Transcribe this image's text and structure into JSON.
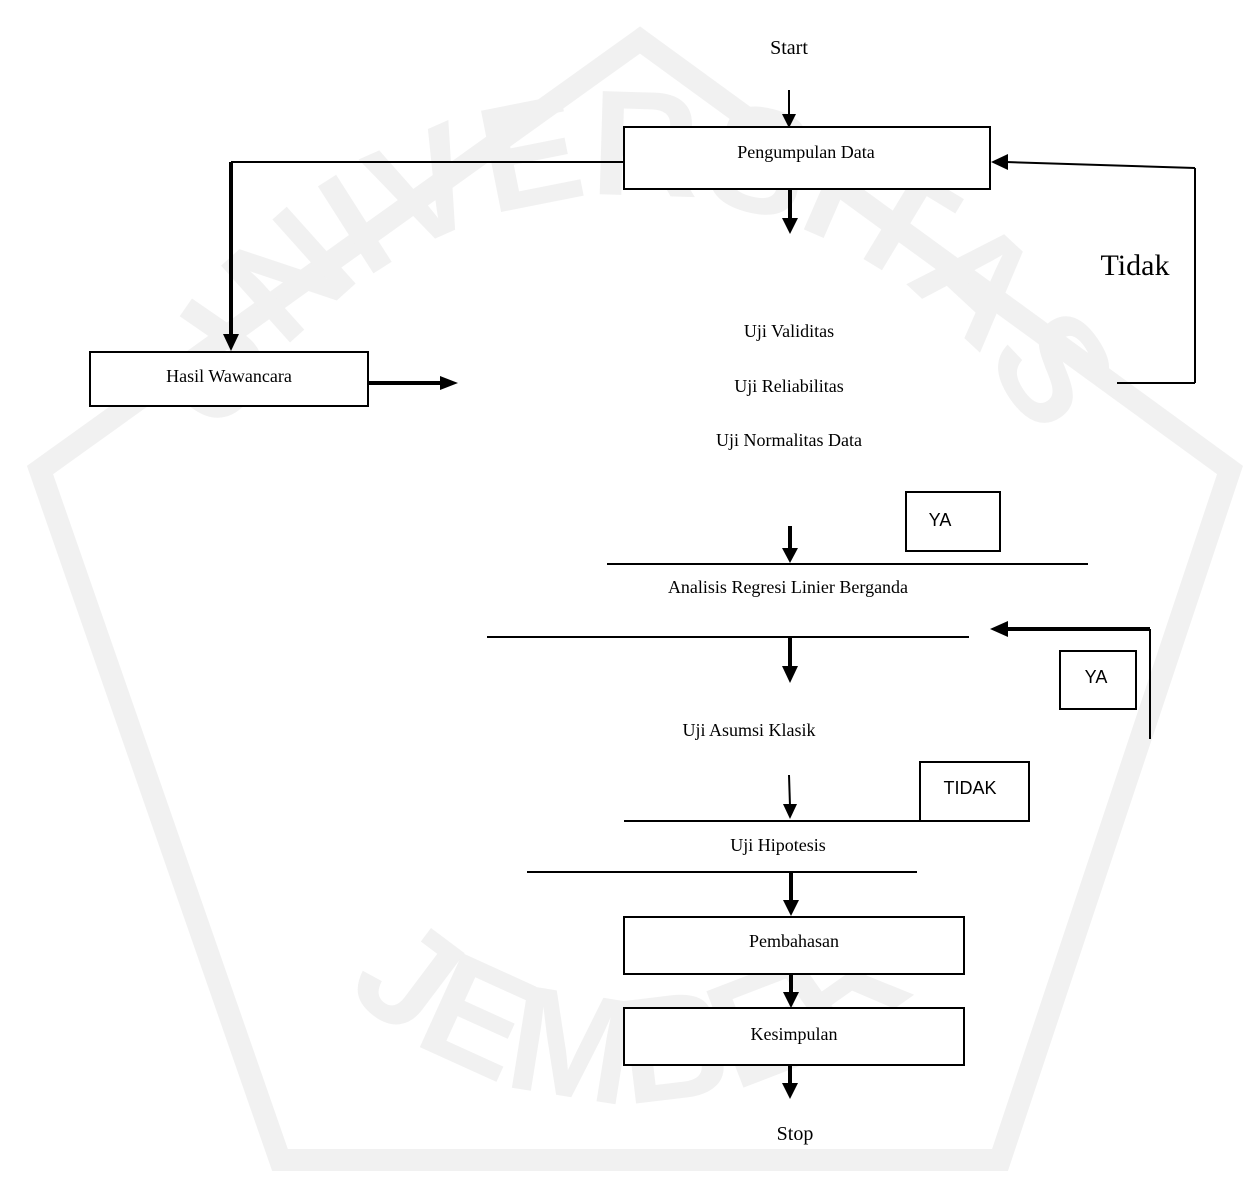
{
  "diagram": {
    "start": "Start",
    "stop": "Stop",
    "boxes": {
      "pengumpulan": "Pengumpulan Data",
      "wawancara": "Hasil Wawancara",
      "pembahasan": "Pembahasan",
      "kesimpulan": "Kesimpulan"
    },
    "steps": {
      "validitas": "Uji Validitas",
      "reliabilitas": "Uji Reliabilitas",
      "normalitas": "Uji Normalitas Data",
      "regresi": "Analisis Regresi Linier Berganda",
      "asumsi": "Uji  Asumsi Klasik",
      "hipotesis": "Uji Hipotesis"
    },
    "labels": {
      "tidak_big": "Tidak",
      "ya_1": "YA",
      "ya_2": "YA",
      "tidak_small": "TIDAK"
    }
  },
  "watermark": {
    "top_text": "UNIVERSITAS",
    "bottom_text": "JEMBER",
    "color": "#e8e8e8"
  }
}
